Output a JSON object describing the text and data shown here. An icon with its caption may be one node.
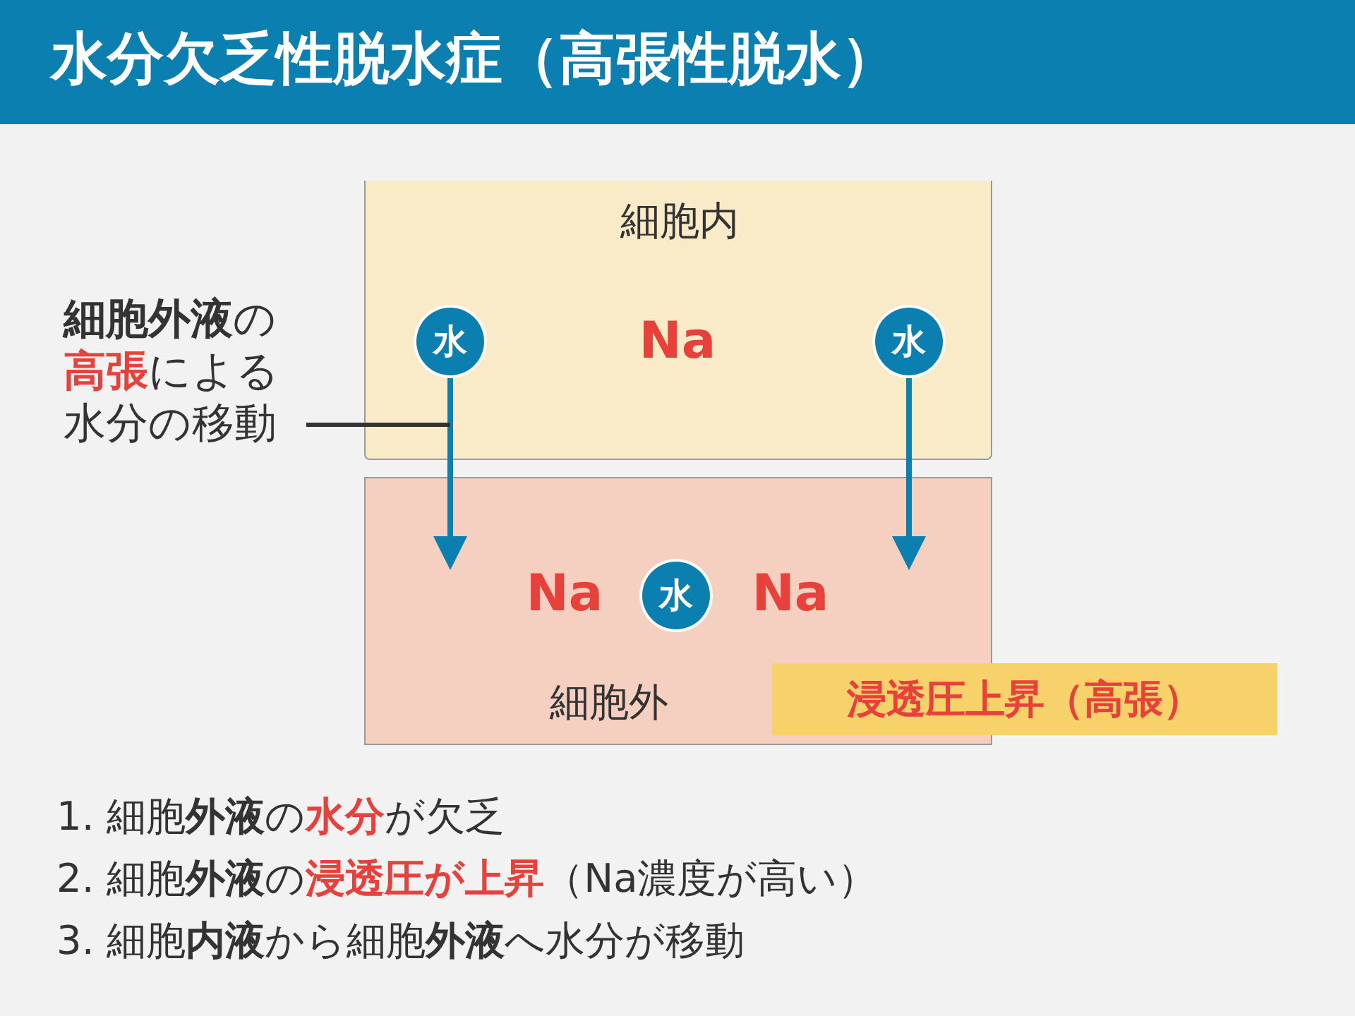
{
  "diagram": {
    "title": "水分欠乏性脱水症（高張性脱水）",
    "nodes": [
      {
        "text": [
          "細胞内"
        ]
      },
      {
        "text": [
          "水"
        ],
        "in": 0
      },
      {
        "text": [
          "水"
        ],
        "in": 0
      },
      {
        "text": [
          "細胞外"
        ]
      },
      {
        "text": [
          "水"
        ],
        "in": 3
      },
      {
        "text": [
          "浸透圧上昇（高張）"
        ]
      },
      {
        "text": [
          "**細胞外液**の**高張**による水分の移動"
        ]
      }
    ],
    "edges": [
      {
        "from": 1,
        "to": 3,
        "arrow": "to"
      },
      {
        "from": 2,
        "to": 3,
        "arrow": "to"
      },
      {
        "from": 6,
        "to": null,
        "arrow": "none",
        "color": "#333333"
      }
    ],
    "labels": [
      "Na",
      "Na",
      "Na",
      "1. 細胞**外液**の**水分**が欠乏",
      "2. 細胞**外液**の**浸透圧が上昇**（Na濃度が高い）",
      "3. 細胞**内液**から細胞**外液**へ水分が移動"
    ]
  }
}
